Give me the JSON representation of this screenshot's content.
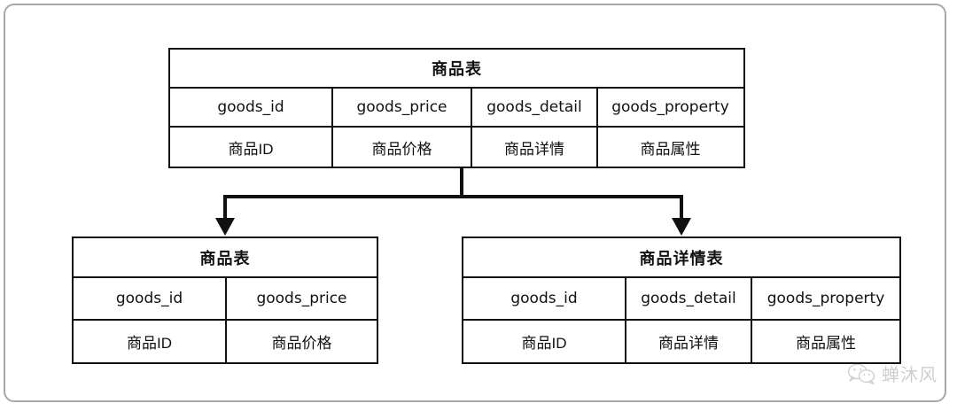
{
  "diagram": {
    "type": "er-table-split-diagram",
    "title_hidden": true,
    "colors": {
      "stroke": "#111111",
      "frame": "#a8a8a8",
      "background": "#ffffff",
      "watermark": "#8d8d8d"
    }
  },
  "tables": {
    "source": {
      "title": "商品表",
      "field_names": [
        "goods_id",
        "goods_price",
        "goods_detail",
        "goods_property"
      ],
      "field_descriptions": [
        "商品ID",
        "商品价格",
        "商品详情",
        "商品属性"
      ]
    },
    "split_left": {
      "title": "商品表",
      "field_names": [
        "goods_id",
        "goods_price"
      ],
      "field_descriptions": [
        "商品ID",
        "商品价格"
      ]
    },
    "split_right": {
      "title": "商品详情表",
      "field_names": [
        "goods_id",
        "goods_detail",
        "goods_property"
      ],
      "field_descriptions": [
        "商品ID",
        "商品详情",
        "商品属性"
      ]
    }
  },
  "connector": {
    "kind": "split-fork",
    "arrow_count": 2,
    "arrow_direction": "down"
  },
  "watermark": {
    "icon": "wechat-icon",
    "text": "蝉沐风"
  }
}
